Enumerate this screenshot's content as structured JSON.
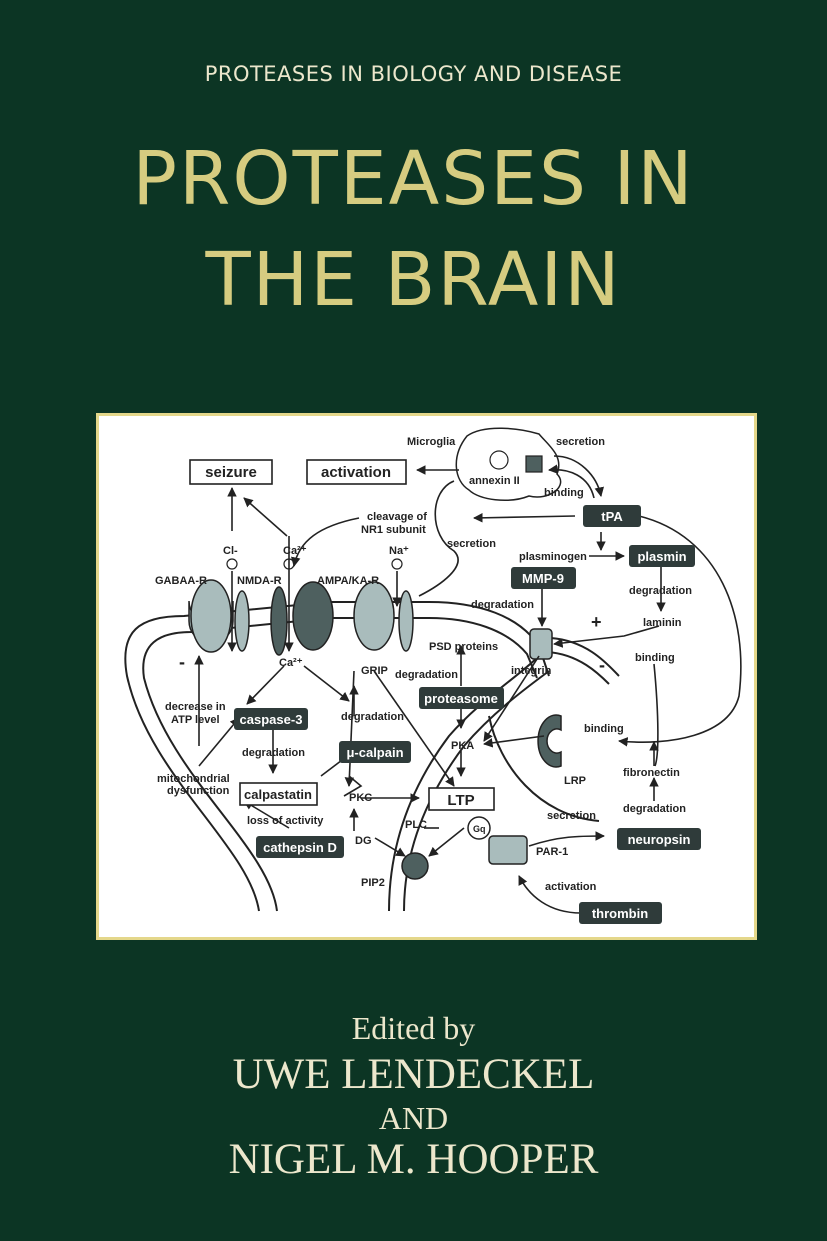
{
  "cover": {
    "series": "PROTEASES IN BIOLOGY AND DISEASE",
    "title_line1": "PROTEASES IN",
    "title_line2": "THE BRAIN",
    "edited_by": "Edited by",
    "editor1": "UWE LENDECKEL",
    "and": "AND",
    "editor2": "NIGEL M. HOOPER"
  },
  "diagram": {
    "boxes": {
      "seizure": "seizure",
      "activation": "activation",
      "tpa": "tPA",
      "plasmin": "plasmin",
      "mmp9": "MMP-9",
      "proteasome": "proteasome",
      "caspase3": "caspase-3",
      "calpain": "μ-calpain",
      "calpastatin": "calpastatin",
      "ltp": "LTP",
      "cathepsin": "cathepsin D",
      "neuropsin": "neuropsin",
      "thrombin": "thrombin"
    },
    "labels": {
      "microglia": "Microglia",
      "secretion_top": "secretion",
      "annexin": "annexin II",
      "binding_top": "binding",
      "cleavage1": "cleavage of",
      "cleavage2": "NR1 subunit",
      "cl": "Cl-",
      "ca_top": "Ca²⁺",
      "na": "Na⁺",
      "secretion_mid": "secretion",
      "plasminogen": "plasminogen",
      "degradation_plasmin": "degradation",
      "laminin": "laminin",
      "binding_laminin": "binding",
      "gaba": "GABAA-R",
      "nmda": "NMDA-R",
      "ampa": "AMPA/KA-R",
      "degradation_mmp": "degradation",
      "psd": "PSD proteins",
      "integrin": "integrin",
      "ca_mid": "Ca²⁺",
      "grip": "GRIP",
      "degradation_psd": "degradation",
      "decrease1": "decrease in",
      "decrease2": "ATP level",
      "degradation_grip": "degradation",
      "pka": "PKA",
      "binding_lrp": "binding",
      "lrp": "LRP",
      "degradation_casp": "degradation",
      "mito1": "mitochondrial",
      "mito2": "dysfunction",
      "pkc": "PKC",
      "fibronectin": "fibronectin",
      "degradation_fib": "degradation",
      "loss": "loss of activity",
      "secretion_neu": "secretion",
      "plc": "PLC",
      "gq": "Gq",
      "dg": "DG",
      "pip2": "PIP2",
      "par1": "PAR-1",
      "activation_th": "activation",
      "minus_left": "-",
      "minus_right": "-",
      "plus": "+"
    },
    "colors": {
      "dark_box": "#2f3b3a",
      "receptor_light": "#a9bcbc",
      "receptor_dark": "#4e605f",
      "frame": "#e4d78a"
    }
  }
}
